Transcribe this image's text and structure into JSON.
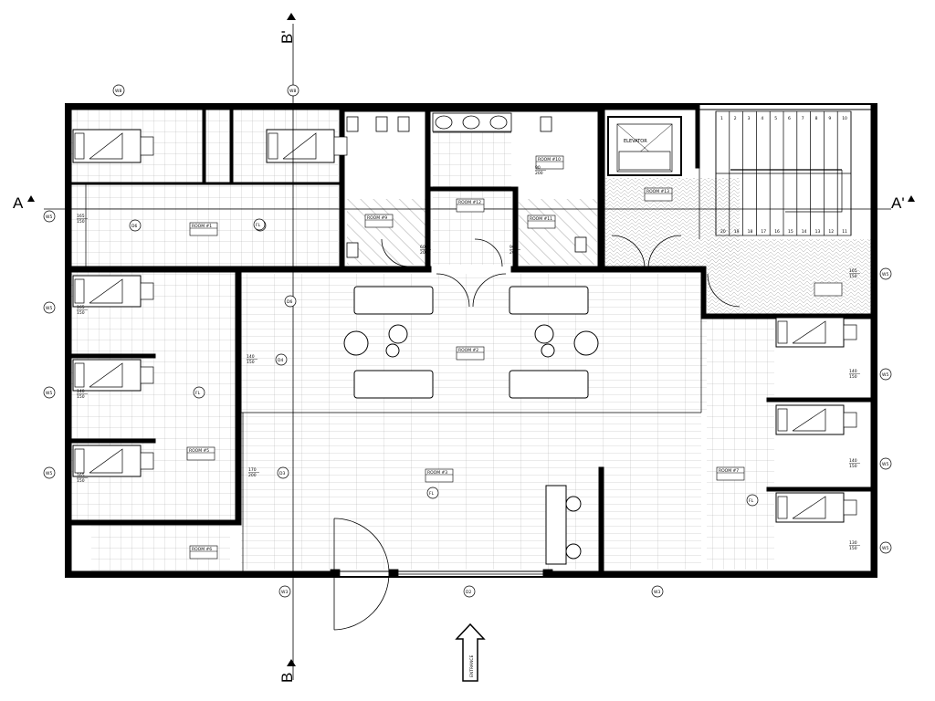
{
  "section_markers": {
    "a_left": "A",
    "a_right": "A'",
    "b_top": "B'",
    "b_bottom": "B"
  },
  "entrance_label": "ENTRANCE",
  "elevator_label": "ELEVATOR",
  "stair_numbers_top": [
    "1",
    "2",
    "3",
    "4",
    "5",
    "6",
    "7",
    "8",
    "9",
    "10"
  ],
  "stair_numbers_bottom": [
    "20",
    "19",
    "18",
    "17",
    "16",
    "15",
    "14",
    "13",
    "12",
    "11"
  ],
  "room_labels": {
    "room1": "ROOM #1",
    "room2": "ROOM #2",
    "room3": "ROOM #3",
    "room5": "ROOM #5",
    "room6": "ROOM #6",
    "room7": "ROOM #7",
    "room9": "ROOM #9",
    "room10": "ROOM #10",
    "room11": "ROOM #11",
    "room12": "ROOM #12",
    "room13": "ROOM #13"
  },
  "dimensions": {
    "d_165_150": [
      "165",
      "150"
    ],
    "d_140_150": [
      "140",
      "150"
    ],
    "d_170_200": [
      "170",
      "200"
    ],
    "d_130_150": [
      "130",
      "150"
    ],
    "d_90_200": [
      "90",
      "200"
    ],
    "d_60_200": [
      "60",
      "200"
    ]
  },
  "tags": {
    "w8": "W8",
    "w6": "W6",
    "w5": "W5",
    "d6": "D6",
    "w3": "W3",
    "d4": "D4",
    "d3": "D3",
    "d2": "D2",
    "fl": "FL"
  }
}
